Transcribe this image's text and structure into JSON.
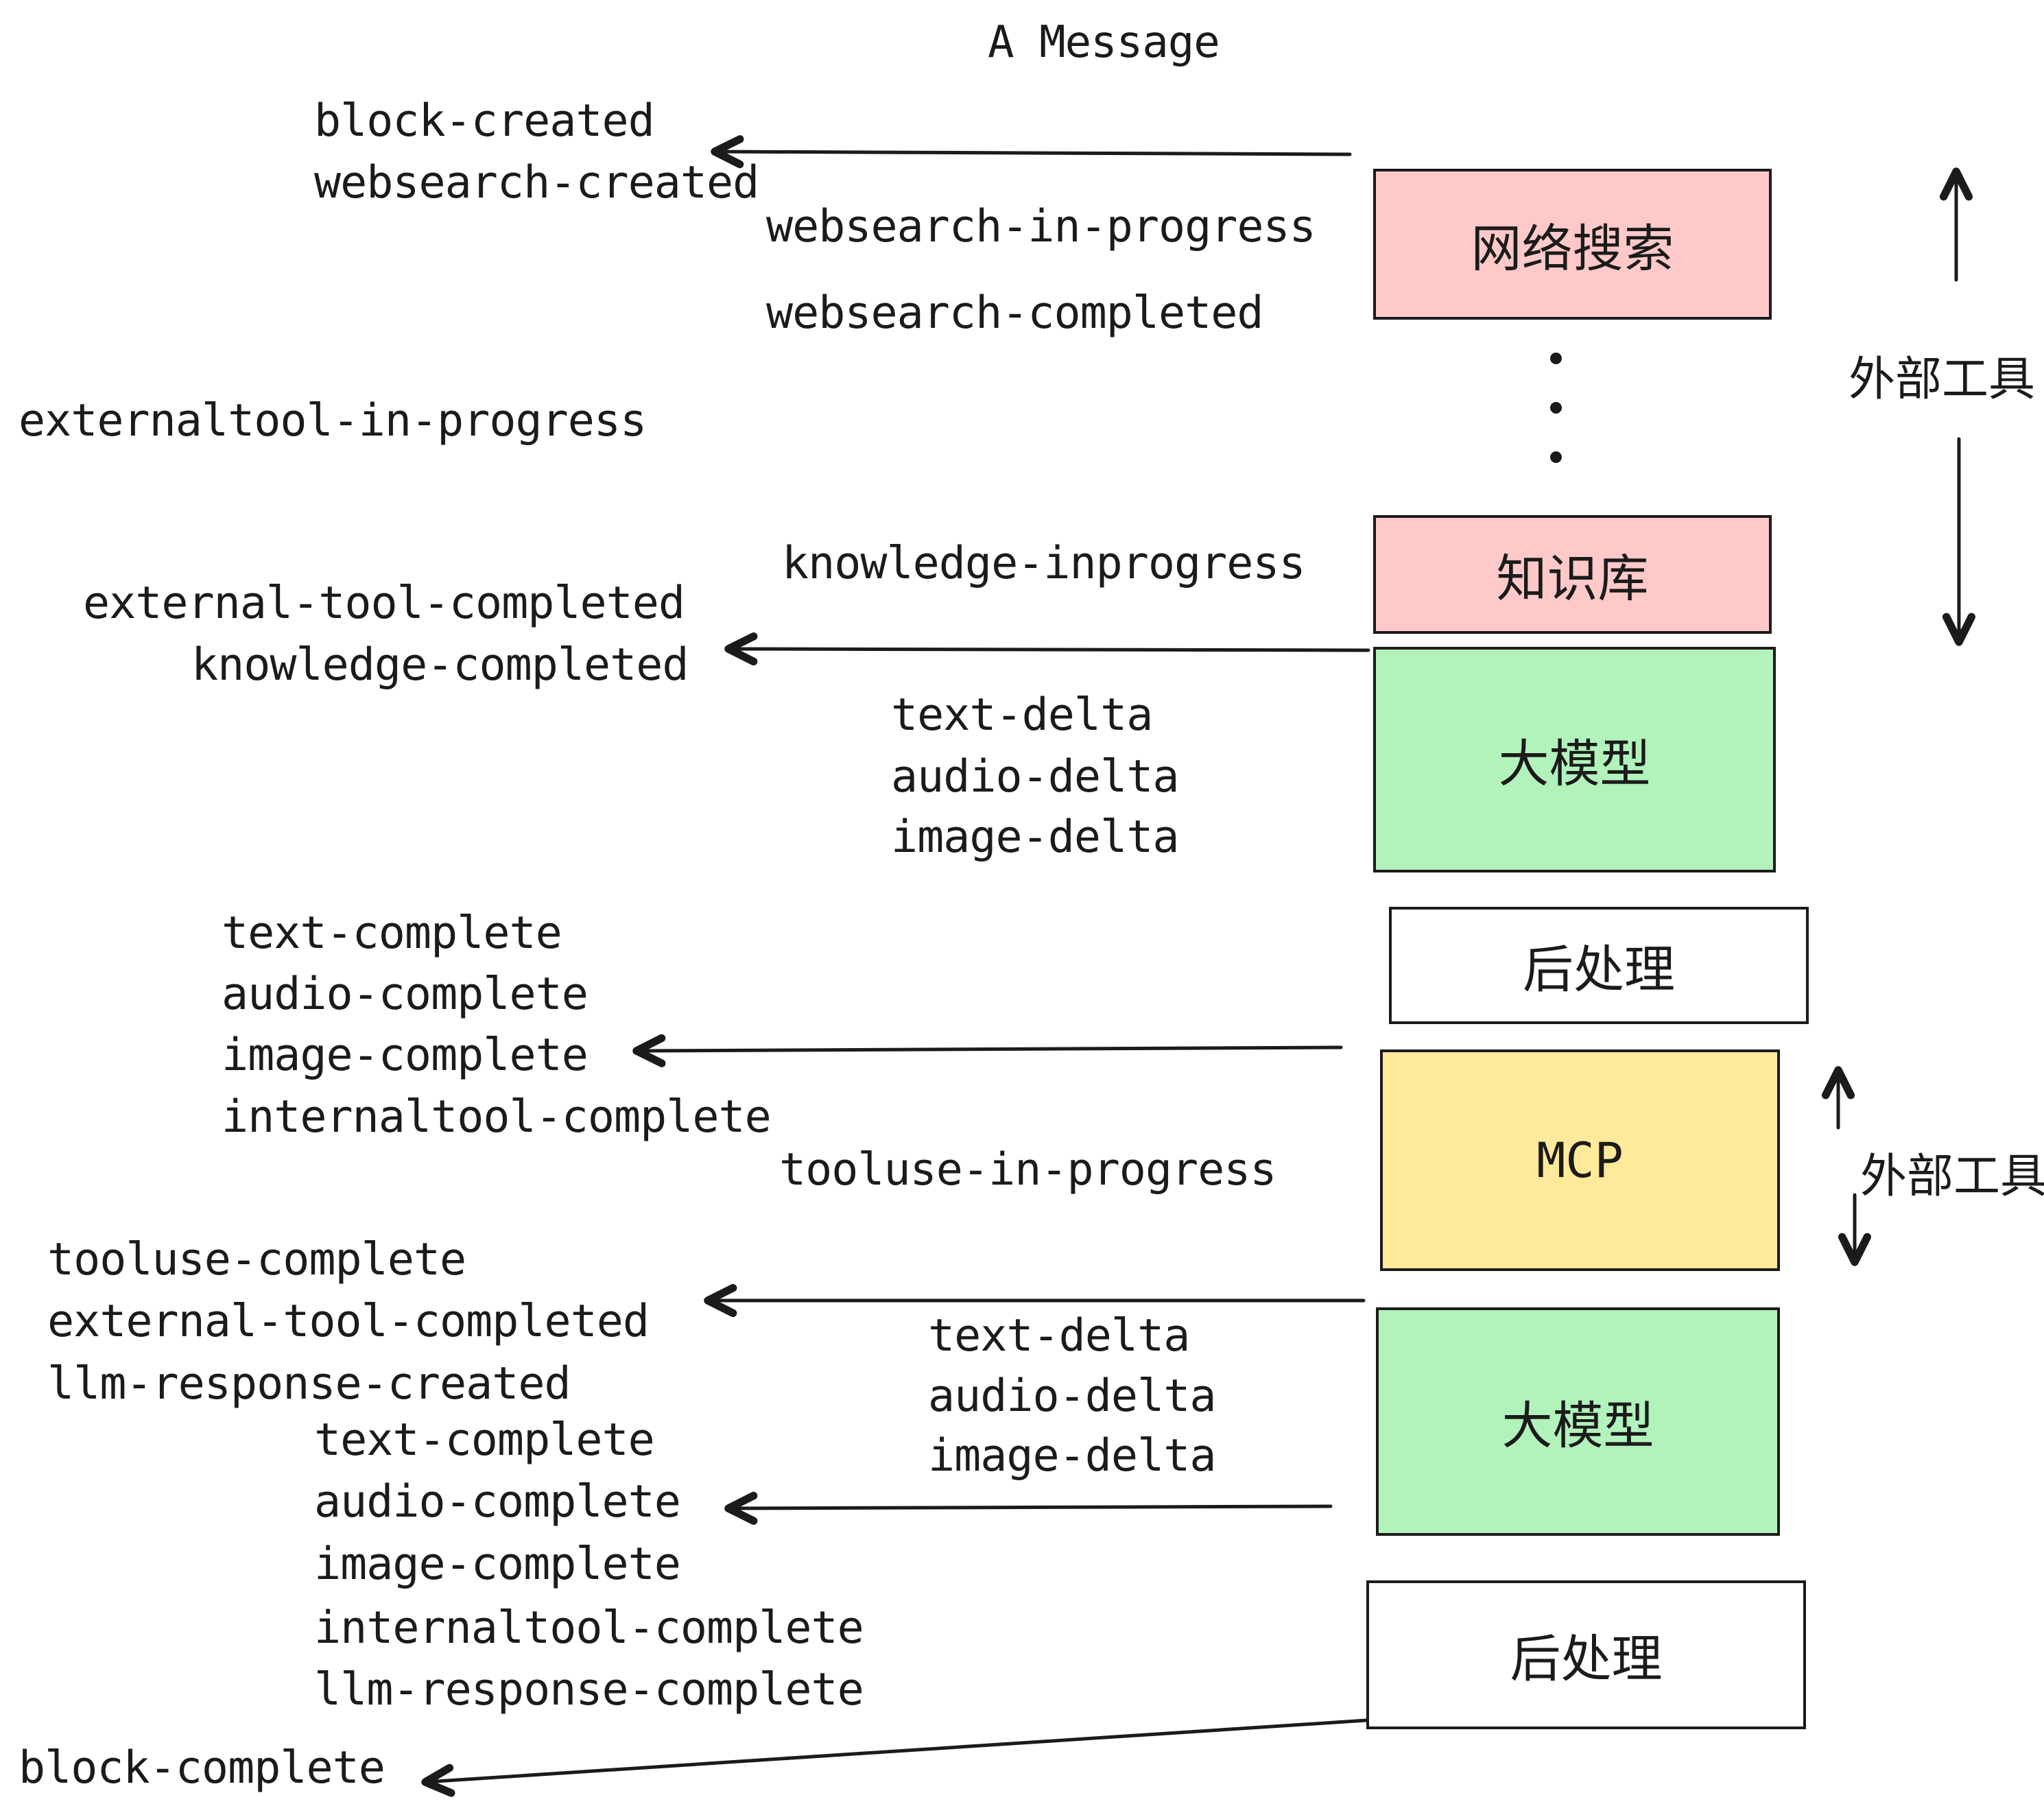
{
  "diagram": {
    "title": "A Message",
    "events": {
      "block_created": "block-created",
      "websearch_created": "websearch-created",
      "websearch_in_progress": "websearch-in-progress",
      "websearch_completed": "websearch-completed",
      "externaltool_in_progress": "externaltool-in-progress",
      "knowledge_inprogress": "knowledge-inprogress",
      "external_tool_completed_1": "external-tool-completed",
      "knowledge_completed": "knowledge-completed",
      "text_delta_1": "text-delta",
      "audio_delta_1": "audio-delta",
      "image_delta_1": "image-delta",
      "text_complete_1": "text-complete",
      "audio_complete_1": "audio-complete",
      "image_complete_1": "image-complete",
      "internaltool_complete_1": "internaltool-complete",
      "tooluse_in_progress": "tooluse-in-progress",
      "tooluse_complete": "tooluse-complete",
      "external_tool_completed_2": "external-tool-completed",
      "llm_response_created": "llm-response-created",
      "text_delta_2": "text-delta",
      "audio_delta_2": "audio-delta",
      "image_delta_2": "image-delta",
      "text_complete_2": "text-complete",
      "audio_complete_2": "audio-complete",
      "image_complete_2": "image-complete",
      "internaltool_complete_2": "internaltool-complete",
      "llm_response_complete": "llm-response-complete",
      "block_complete": "block-complete"
    },
    "nodes": {
      "websearch": {
        "label": "网络搜索",
        "color": "#ffc9c9"
      },
      "knowledge": {
        "label": "知识库",
        "color": "#ffc9c9"
      },
      "llm_1": {
        "label": "大模型",
        "color": "#b2f2bb"
      },
      "post_1": {
        "label": "后处理",
        "color": "#ffffff"
      },
      "mcp": {
        "label": "MCP",
        "color": "#ffe99a"
      },
      "llm_2": {
        "label": "大模型",
        "color": "#b2f2bb"
      },
      "post_2": {
        "label": "后处理",
        "color": "#ffffff"
      }
    },
    "annotations": {
      "external_tools_top": "外部工具",
      "external_tools_mcp": "外部工具"
    },
    "colors": {
      "ink": "#1b1b1b",
      "external_node": "#ffc9c9",
      "llm_node": "#b2f2bb",
      "mcp_node": "#ffe99a",
      "background": "#ffffff"
    }
  }
}
